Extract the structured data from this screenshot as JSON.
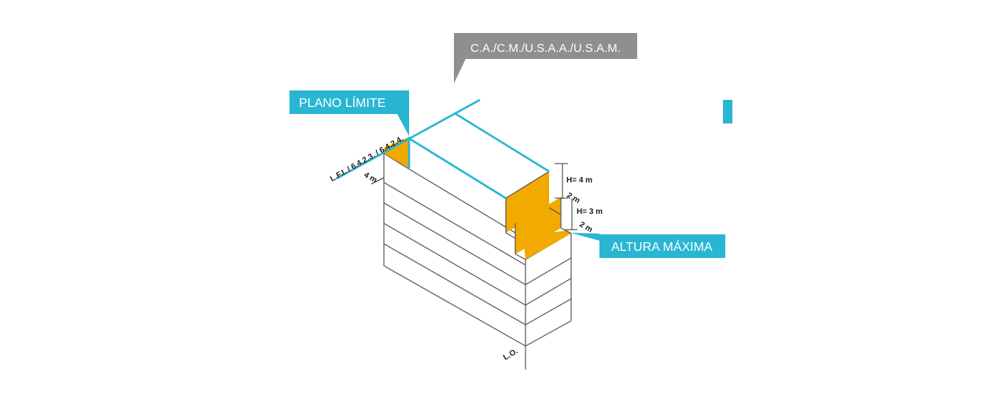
{
  "labels": {
    "top_callout": "C.A./C.M./U.S.A.A./U.S.A.M.",
    "plano_limite": "PLANO LÍMITE",
    "altura_maxima": "ALTURA MÁXIMA",
    "lfi": "L.F.I. / 6.4.2.3. / 6.4.2.4.",
    "setback_front": "4 m",
    "height_upper": "H= 4 m",
    "step_upper": "2 m",
    "height_lower": "H= 3 m",
    "step_lower": "2 m",
    "lo": "L.O."
  },
  "colors": {
    "accent_cyan": "#29b6d3",
    "callout_gray": "#8f8f8f",
    "orange": "#f2a900",
    "line": "#555555"
  }
}
